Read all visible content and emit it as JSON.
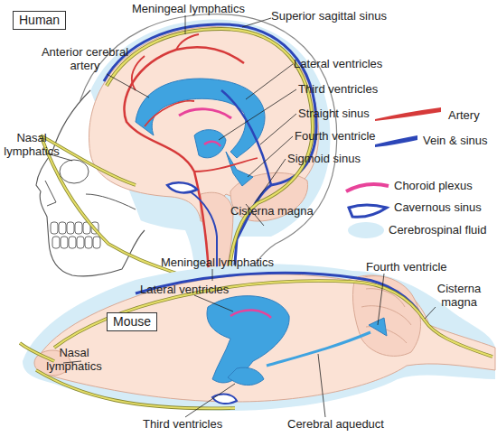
{
  "diagram": {
    "nodes": [
      {
        "text": [
          "Human"
        ]
      },
      {
        "text": [
          "Mouse"
        ]
      }
    ],
    "labels": [
      "Meningeal lymphatics",
      "Superior sagittal sinus",
      "Anterior cerebral artery",
      "Lateral ventricles",
      "Third ventricles",
      "Nasal lymphatics",
      "Straight sinus",
      "Fourth ventricle",
      "Sigmoid sinus",
      "Cisterna magna",
      "Meningeal lymphatics",
      "Fourth ventricle",
      "Lateral ventricles",
      "Cisterna magna",
      "Nasal lymphatics",
      "Third ventricles",
      "Cerebral aqueduct"
    ],
    "legend": [
      {
        "text": "Artery"
      },
      {
        "text": "Vein & sinus"
      },
      {
        "text": "Choroid plexus"
      },
      {
        "text": "Cavernous sinus"
      },
      {
        "text": "Cerebrospinal fluid",
        "color": "#d5ecf7"
      }
    ]
  }
}
